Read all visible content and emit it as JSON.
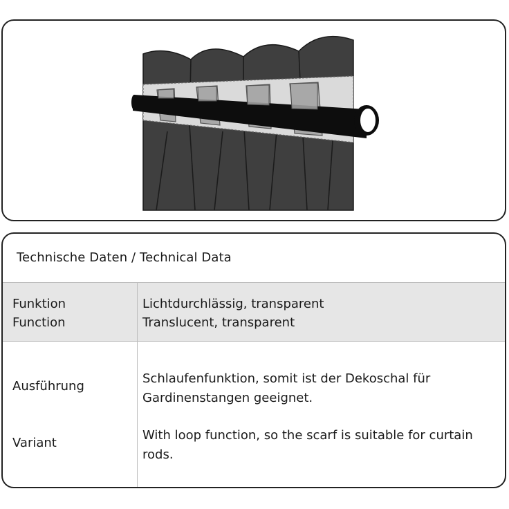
{
  "table": {
    "title": "Technische Daten / Technical Data",
    "rows": [
      {
        "label_de": "Funktion",
        "label_en": "Function",
        "value_de": "Lichtdurchlässig, transparent",
        "value_en": "Translucent, transparent"
      },
      {
        "label_de": "Ausführung",
        "label_en": "Variant",
        "value_de_line1": "Schlaufenfunktion, somit ist der Dekoschal für",
        "value_de_line2": "Gardinenstangen geeignet.",
        "value_en_line1": "With loop function, so the scarf is suitable for curtain",
        "value_en_line2": "rods."
      }
    ]
  },
  "colors": {
    "curtain": "#3f3f3f",
    "rod": "#0d0d0d",
    "loop_band": "#d9d9d9",
    "loop_tab": "#a8a8a8",
    "row_highlight": "#e6e6e6"
  }
}
